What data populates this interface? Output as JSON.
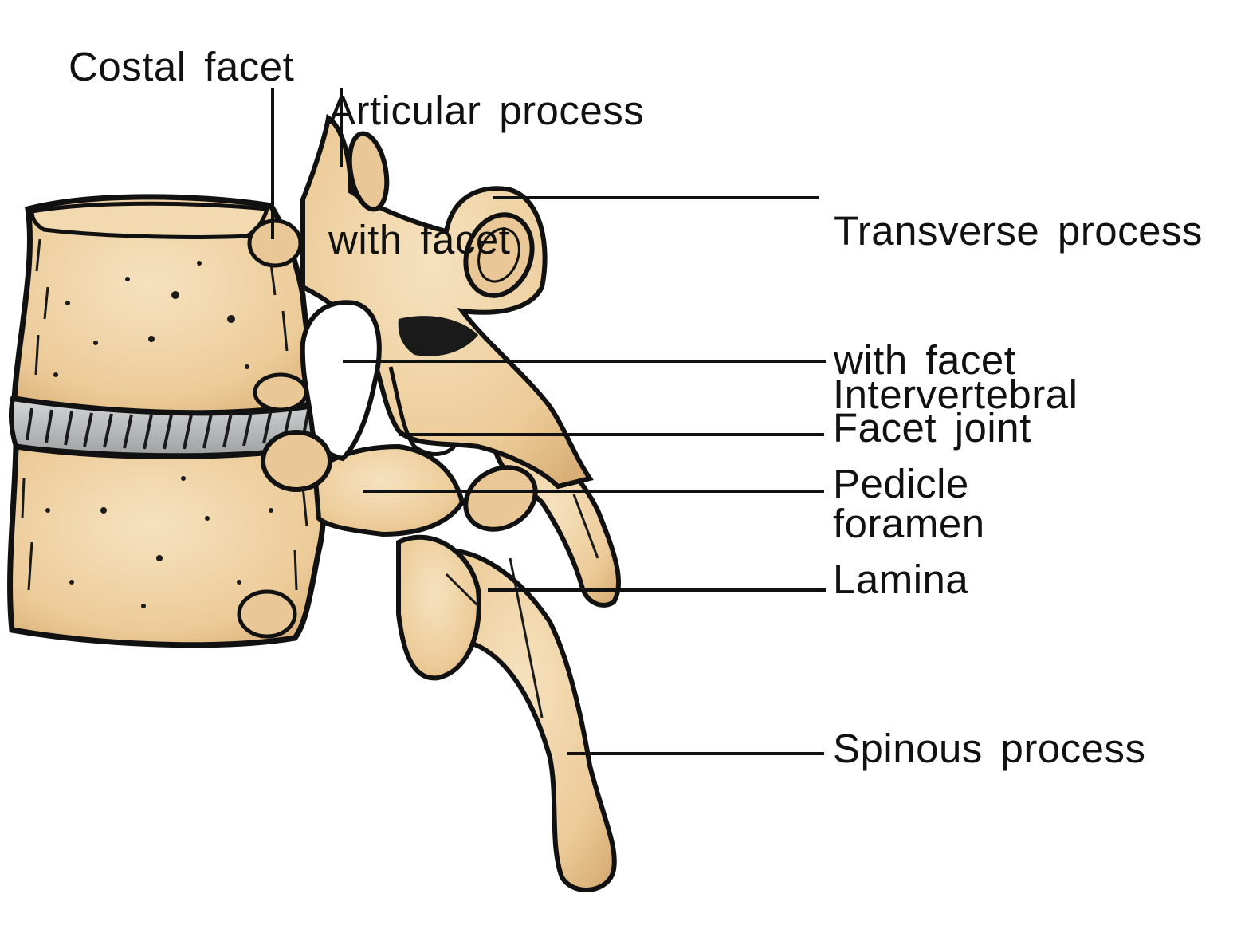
{
  "colors": {
    "bone_fill": "#f0d4a8",
    "bone_shadow": "#d9b27c",
    "outline": "#111111",
    "disc_fill": "#b9bcbc",
    "cavity": "#222222",
    "label_text": "#111111",
    "background": "#ffffff"
  },
  "labels": {
    "costal_facet": "Costal facet",
    "articular_process": [
      "Articular process",
      "with facet"
    ],
    "transverse_process": [
      "Transverse process",
      "with facet"
    ],
    "intervertebral_foramen": [
      "Intervertebral",
      "foramen"
    ],
    "facet_joint": "Facet joint",
    "pedicle": "Pedicle",
    "lamina": "Lamina",
    "spinous_process": "Spinous process"
  }
}
